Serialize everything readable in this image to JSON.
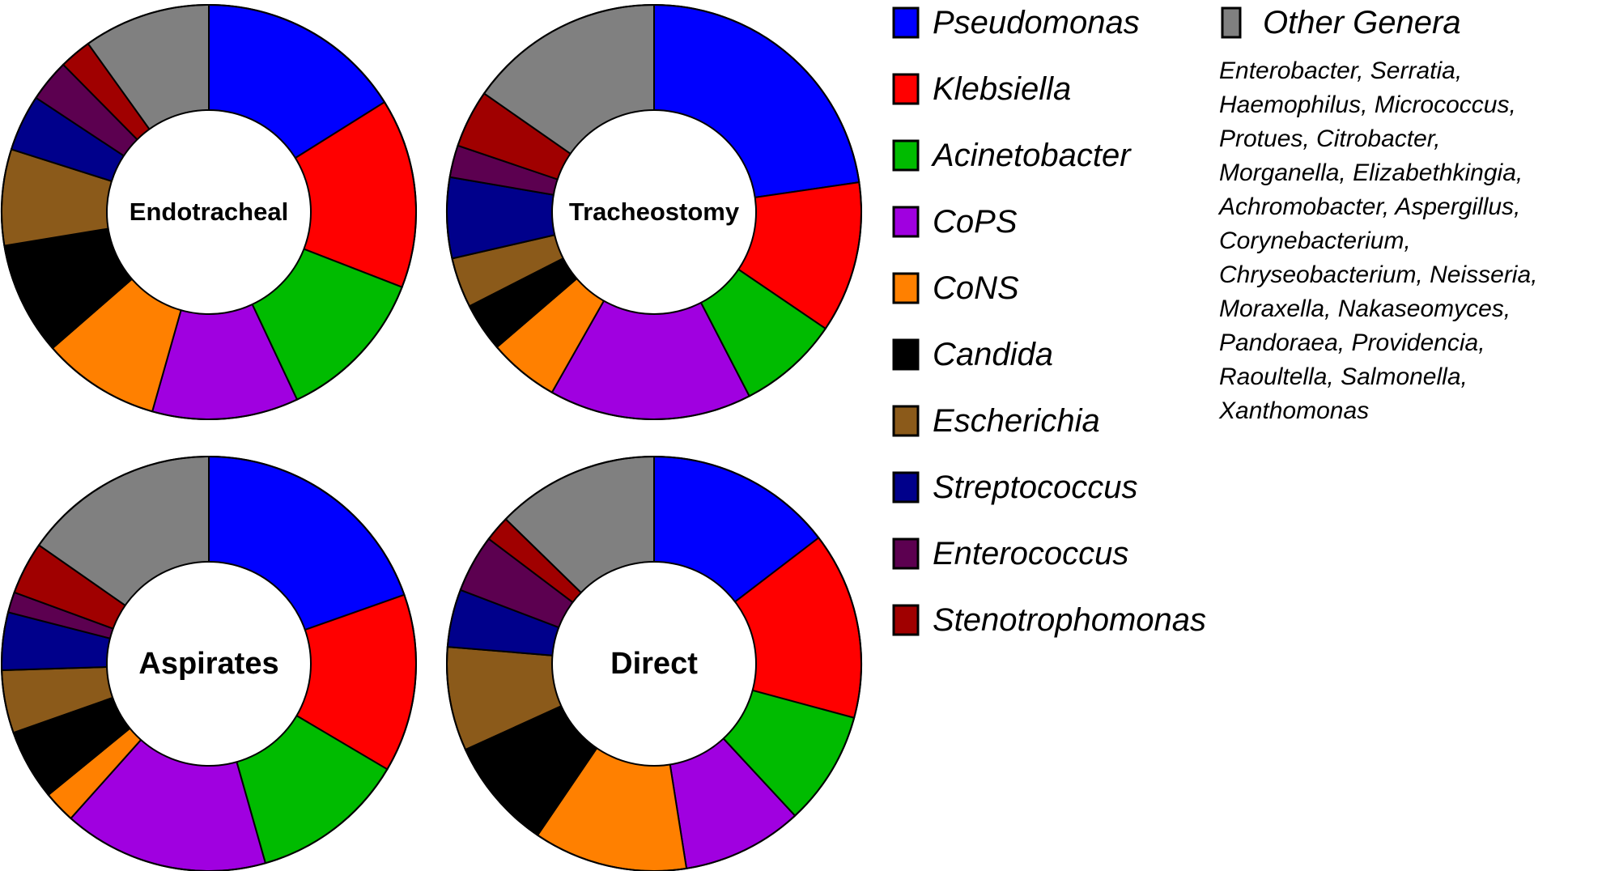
{
  "chart_data": [
    {
      "type": "pie",
      "donut": true,
      "title": "Endotracheal",
      "categories": [
        "Pseudomonas",
        "Klebsiella",
        "Acinetobacter",
        "CoPS",
        "CoNS",
        "Candida",
        "Escherichia",
        "Streptococcus",
        "Enterococcus",
        "Stenotrophomonas",
        "Other Genera"
      ],
      "values": [
        16.1,
        14.8,
        12.1,
        11.4,
        9.2,
        8.8,
        7.5,
        4.4,
        3.3,
        2.5,
        9.9
      ]
    },
    {
      "type": "pie",
      "donut": true,
      "title": "Tracheostomy",
      "categories": [
        "Pseudomonas",
        "Klebsiella",
        "Acinetobacter",
        "CoPS",
        "CoNS",
        "Candida",
        "Escherichia",
        "Streptococcus",
        "Enterococcus",
        "Stenotrophomonas",
        "Other Genera"
      ],
      "values": [
        22.7,
        11.8,
        7.9,
        15.8,
        5.5,
        3.8,
        3.9,
        6.3,
        2.5,
        4.5,
        15.3
      ]
    },
    {
      "type": "pie",
      "donut": true,
      "title": "Aspirates",
      "categories": [
        "Pseudomonas",
        "Klebsiella",
        "Acinetobacter",
        "CoPS",
        "CoNS",
        "Candida",
        "Escherichia",
        "Streptococcus",
        "Enterococcus",
        "Stenotrophomonas",
        "Other Genera"
      ],
      "values": [
        19.6,
        13.9,
        12.1,
        16.0,
        2.5,
        5.5,
        4.9,
        4.5,
        1.6,
        4.1,
        15.3
      ]
    },
    {
      "type": "pie",
      "donut": true,
      "title": "Direct",
      "categories": [
        "Pseudomonas",
        "Klebsiella",
        "Acinetobacter",
        "CoPS",
        "CoNS",
        "Candida",
        "Escherichia",
        "Streptococcus",
        "Enterococcus",
        "Stenotrophomonas",
        "Other Genera"
      ],
      "values": [
        14.6,
        14.6,
        8.9,
        9.4,
        12.0,
        8.7,
        8.1,
        4.5,
        4.5,
        2.0,
        12.7
      ]
    }
  ],
  "legend": {
    "items": [
      {
        "label": "Pseudomonas",
        "color": "#0000FF"
      },
      {
        "label": "Klebsiella",
        "color": "#FF0000"
      },
      {
        "label": "Acinetobacter",
        "color": "#00BB00"
      },
      {
        "label": "CoPS",
        "color": "#A000E0"
      },
      {
        "label": "CoNS",
        "color": "#FF8000"
      },
      {
        "label": "Candida",
        "color": "#000000"
      },
      {
        "label": "Escherichia",
        "color": "#8B5A1A"
      },
      {
        "label": "Streptococcus",
        "color": "#00008B"
      },
      {
        "label": "Enterococcus",
        "color": "#5C0050"
      },
      {
        "label": "Stenotrophomonas",
        "color": "#A00000"
      }
    ],
    "other": {
      "label": "Other Genera",
      "color": "#808080",
      "lines": [
        "Enterobacter, Serratia,",
        "Haemophilus, Micrococcus,",
        "Protues, Citrobacter,",
        "Morganella, Elizabethkingia,",
        "Achromobacter, Aspergillus,",
        "Corynebacterium,",
        "Chryseobacterium, Neisseria,",
        "Moraxella, Nakaseomyces,",
        "Pandoraea, Providencia,",
        "Raoultella, Salmonella,",
        "Xanthomonas"
      ]
    }
  }
}
